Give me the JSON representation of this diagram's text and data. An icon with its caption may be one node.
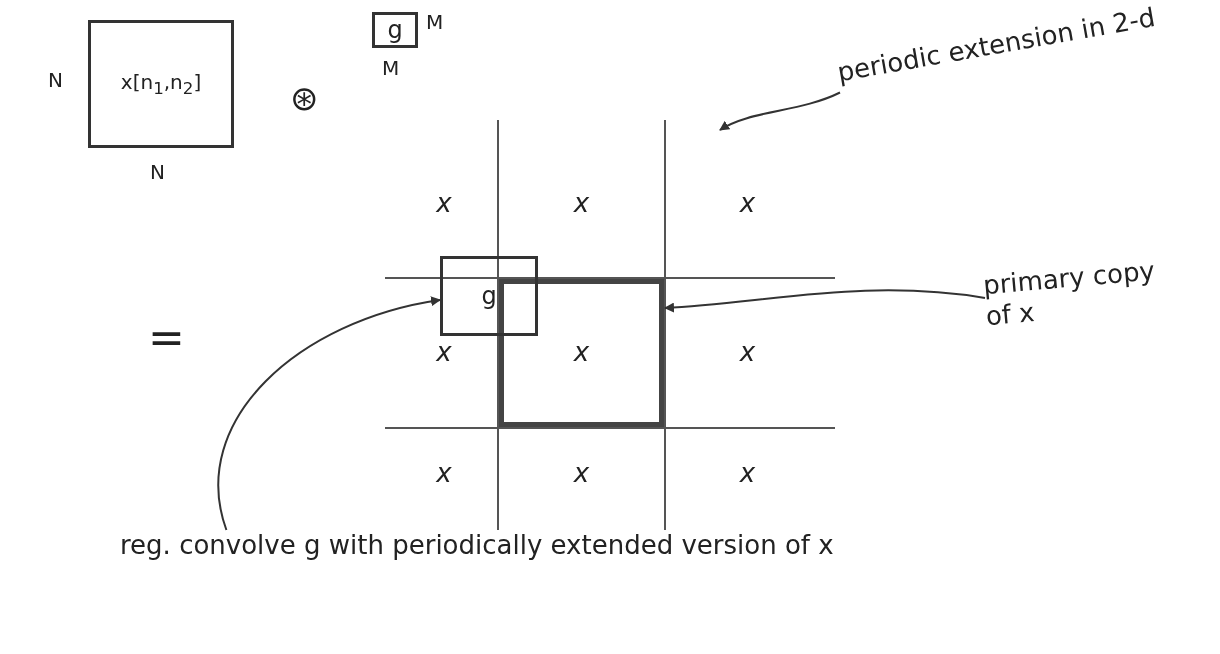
{
  "diagram": {
    "nodes": [
      {
        "text": [
          "x[n$_{1}$,n$_{2}$]"
        ],
        "beside": [
          "N",
          "N"
        ]
      },
      {
        "text": [
          "g"
        ],
        "beside": [
          "M",
          "M"
        ]
      },
      {
        "text": [
          "periodic extension in 2-d"
        ]
      },
      {
        "text": [],
        "shape": "box"
      },
      {
        "text": [
          "x"
        ],
        "in": 3
      },
      {
        "text": [
          "x"
        ],
        "in": 3
      },
      {
        "text": [
          "x"
        ],
        "in": 3
      },
      {
        "text": [
          "x"
        ],
        "in": 3
      },
      {
        "text": [
          "x"
        ],
        "in": 3
      },
      {
        "text": [
          "x"
        ],
        "in": 3
      },
      {
        "text": [
          "x"
        ],
        "in": 3
      },
      {
        "text": [
          "x"
        ],
        "in": 3
      },
      {
        "text": [
          "x"
        ],
        "in": 3
      },
      {
        "text": [
          "primary copy of x"
        ]
      },
      {
        "text": [
          "g"
        ]
      },
      {
        "text": [
          "reg. convolve g with periodically extended version of x"
        ]
      }
    ],
    "edges": [
      {
        "from": 2,
        "to": 3,
        "arrow": "to"
      },
      {
        "from": 13,
        "to": 8,
        "arrow": "to"
      },
      {
        "from": 15,
        "to": 14,
        "arrow": "to"
      }
    ],
    "labels": [
      "⊛",
      "="
    ]
  }
}
